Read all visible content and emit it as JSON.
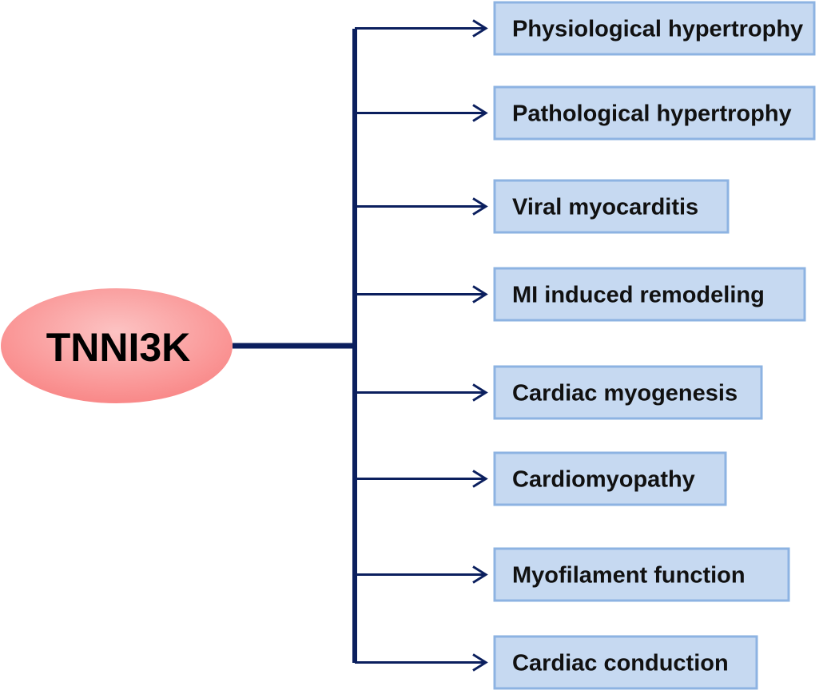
{
  "center": {
    "label": "TNNI3K"
  },
  "targets": [
    {
      "label": "Physiological hypertrophy"
    },
    {
      "label": "Pathological hypertrophy"
    },
    {
      "label": "Viral myocarditis"
    },
    {
      "label": "MI induced remodeling"
    },
    {
      "label": "Cardiac myogenesis"
    },
    {
      "label": "Cardiomyopathy"
    },
    {
      "label": "Myofilament function"
    },
    {
      "label": "Cardiac conduction"
    }
  ],
  "colors": {
    "center_fill": "#f98a8a",
    "center_fill_light": "#fcc3c3",
    "line": "#0b1f5e",
    "box_fill": "#c6d9f1",
    "box_border": "#8db3e2"
  }
}
